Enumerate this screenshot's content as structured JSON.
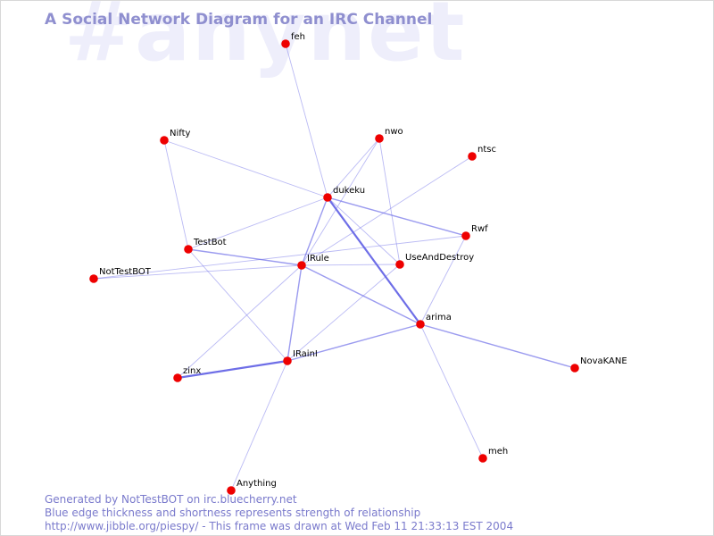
{
  "watermark": "#anynet",
  "title": "A Social Network Diagram for an IRC Channel",
  "footer": {
    "line1": "Generated by NotTestBOT on irc.bluecherry.net",
    "line2": "Blue edge thickness and shortness represents strength of relationship",
    "line3": "http://www.jibble.org/piespy/ - This frame was drawn at Wed Feb 11 21:33:13 EST 2004"
  },
  "colors": {
    "node": "#ee0000",
    "edge": "#6666e6",
    "title": "#8f8fcf",
    "watermark": "#eeeefb"
  },
  "nodes": [
    {
      "id": "feh",
      "label": "feh"
    },
    {
      "id": "nifty",
      "label": "Nifty"
    },
    {
      "id": "nwo",
      "label": "nwo"
    },
    {
      "id": "ntsc",
      "label": "ntsc"
    },
    {
      "id": "dukeku",
      "label": "dukeku"
    },
    {
      "id": "testbot",
      "label": "TestBot"
    },
    {
      "id": "rwf",
      "label": "Rwf"
    },
    {
      "id": "notestbot",
      "label": "NotTestBOT"
    },
    {
      "id": "irule",
      "label": "IRule"
    },
    {
      "id": "useanddestroy",
      "label": "UseAndDestroy"
    },
    {
      "id": "arima",
      "label": "arima"
    },
    {
      "id": "novakane",
      "label": "NovaKANE"
    },
    {
      "id": "irainl",
      "label": "IRainI"
    },
    {
      "id": "zinx",
      "label": "zinx"
    },
    {
      "id": "meh",
      "label": "meh"
    },
    {
      "id": "anything",
      "label": "Anything"
    }
  ],
  "edges": [
    {
      "from": "feh",
      "to": "dukeku",
      "strength": 1
    },
    {
      "from": "nifty",
      "to": "dukeku",
      "strength": 1
    },
    {
      "from": "nifty",
      "to": "testbot",
      "strength": 1
    },
    {
      "from": "nwo",
      "to": "dukeku",
      "strength": 1
    },
    {
      "from": "nwo",
      "to": "irule",
      "strength": 1
    },
    {
      "from": "nwo",
      "to": "useanddestroy",
      "strength": 1
    },
    {
      "from": "ntsc",
      "to": "irule",
      "strength": 1
    },
    {
      "from": "dukeku",
      "to": "testbot",
      "strength": 1
    },
    {
      "from": "dukeku",
      "to": "rwf",
      "strength": 2
    },
    {
      "from": "dukeku",
      "to": "irule",
      "strength": 2
    },
    {
      "from": "dukeku",
      "to": "useanddestroy",
      "strength": 1
    },
    {
      "from": "dukeku",
      "to": "arima",
      "strength": 3
    },
    {
      "from": "testbot",
      "to": "irule",
      "strength": 2
    },
    {
      "from": "testbot",
      "to": "irainl",
      "strength": 1
    },
    {
      "from": "notestbot",
      "to": "irule",
      "strength": 1
    },
    {
      "from": "notestbot",
      "to": "rwf",
      "strength": 1
    },
    {
      "from": "rwf",
      "to": "arima",
      "strength": 1
    },
    {
      "from": "irule",
      "to": "useanddestroy",
      "strength": 1
    },
    {
      "from": "irule",
      "to": "arima",
      "strength": 2
    },
    {
      "from": "irule",
      "to": "irainl",
      "strength": 2
    },
    {
      "from": "irule",
      "to": "zinx",
      "strength": 1
    },
    {
      "from": "useanddestroy",
      "to": "irainl",
      "strength": 1
    },
    {
      "from": "arima",
      "to": "irainl",
      "strength": 2
    },
    {
      "from": "arima",
      "to": "novakane",
      "strength": 2
    },
    {
      "from": "arima",
      "to": "meh",
      "strength": 1
    },
    {
      "from": "irainl",
      "to": "zinx",
      "strength": 3
    },
    {
      "from": "irainl",
      "to": "anything",
      "strength": 1
    }
  ]
}
